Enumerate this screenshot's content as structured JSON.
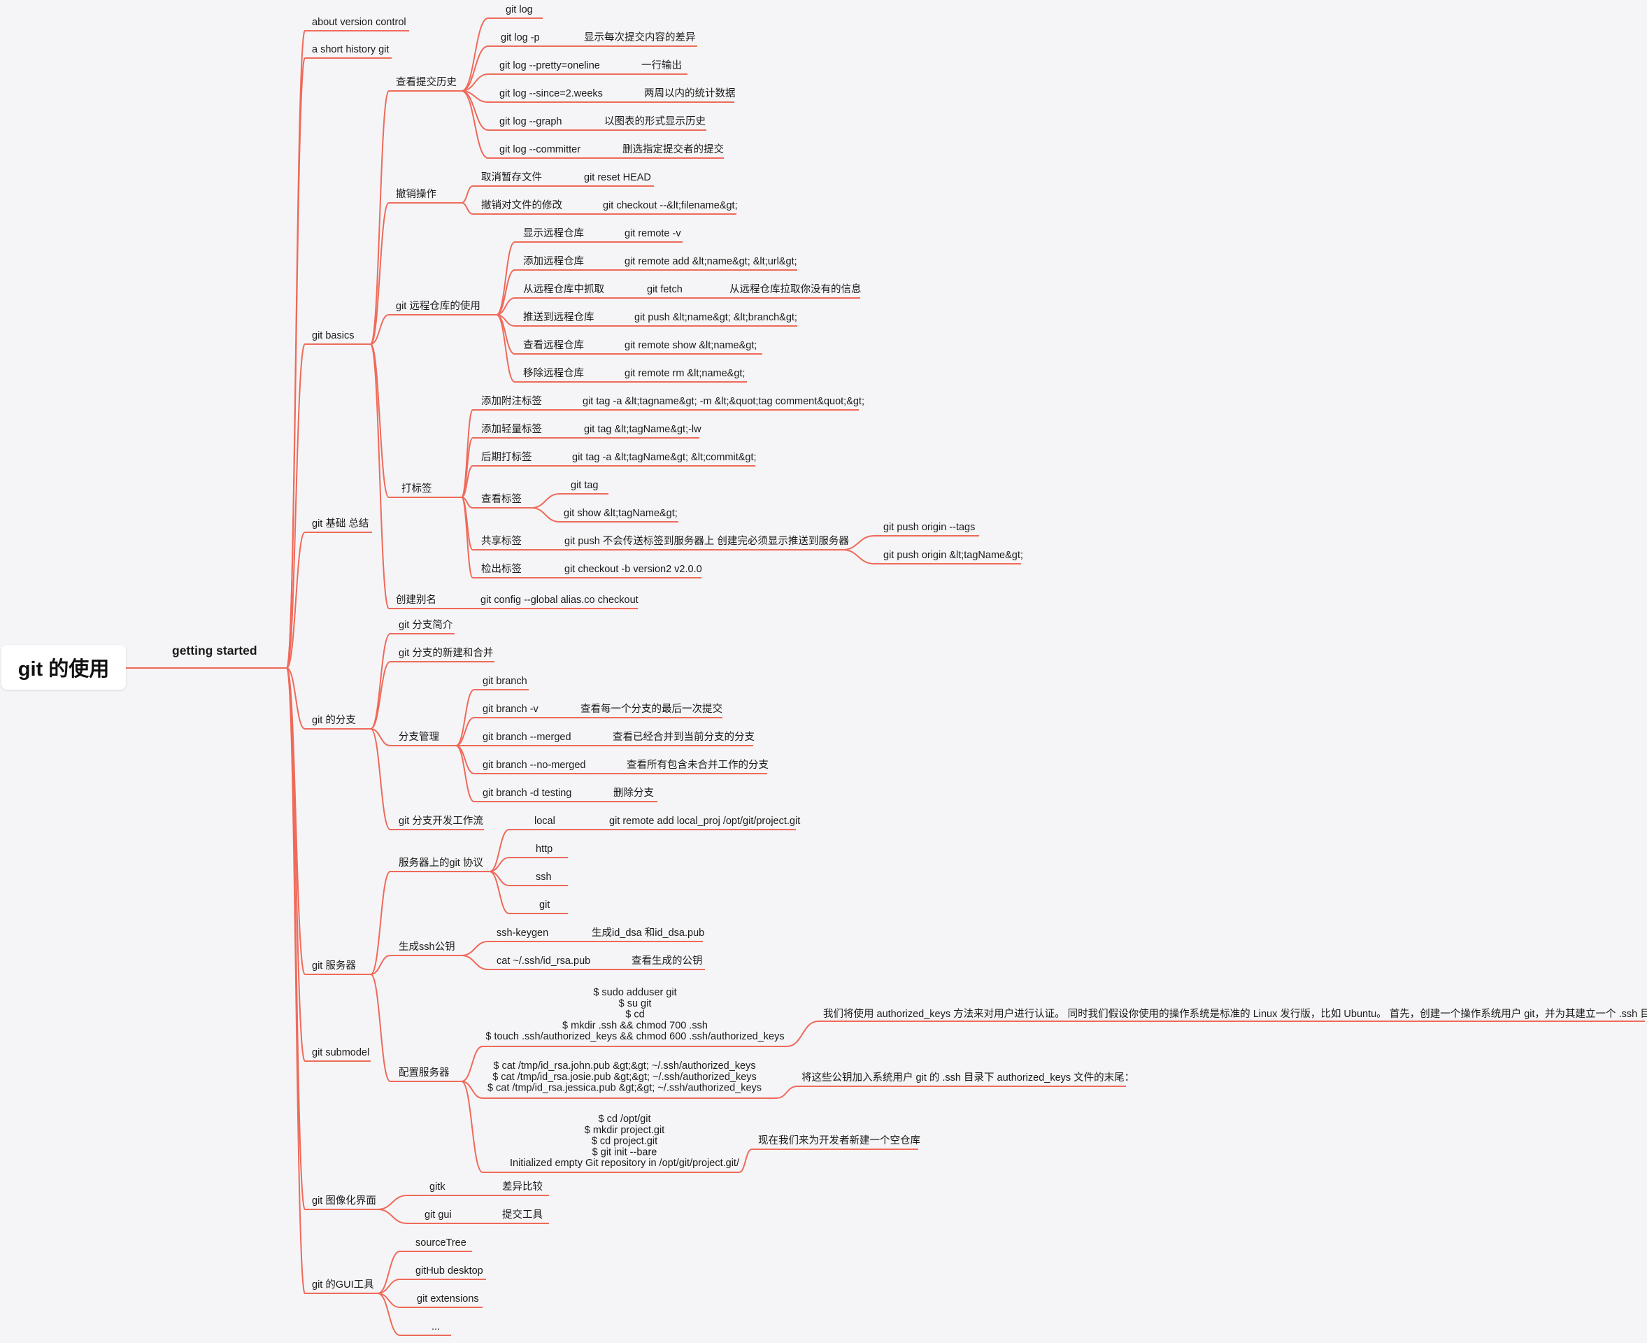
{
  "root": "git 的使用",
  "child": "getting started",
  "colors": {
    "line": "#ef6a5a",
    "background": "#f5f5f7",
    "text": "#1a1a1a"
  },
  "nodes": {
    "about_vc": "about version control",
    "short_history": "a short history git",
    "git_basics": "git basics",
    "view_history": "查看提交历史",
    "gitlog": "git log",
    "gitlog_p": "git log -p",
    "gitlog_p_d": "显示每次提交内容的差异",
    "gitlog_oneline": "git log --pretty=oneline",
    "gitlog_oneline_d": "一行输出",
    "gitlog_since": "git log --since=2.weeks",
    "gitlog_since_d": "两周以内的统计数据",
    "gitlog_graph": "git log --graph",
    "gitlog_graph_d": "以图表的形式显示历史",
    "gitlog_committer": "git log --committer",
    "gitlog_committer_d": "删选指定提交者的提交",
    "undo": "撤销操作",
    "unstage": "取消暂存文件",
    "unstage_d": "git reset HEAD",
    "revert_mod": "撤销对文件的修改",
    "revert_mod_d": "git checkout --&lt;filename&gt;",
    "remote_use": "git 远程仓库的使用",
    "remote_show_list": "显示远程仓库",
    "remote_show_list_d": "git remote -v",
    "remote_add": "添加远程仓库",
    "remote_add_d": "git remote add &lt;name&gt; &lt;url&gt;",
    "remote_fetch": "从远程仓库中抓取",
    "remote_fetch_d": "git fetch",
    "remote_fetch_d2": "从远程仓库拉取你没有的信息",
    "remote_push": "推送到远程仓库",
    "remote_push_d": "git push &lt;name&gt; &lt;branch&gt;",
    "remote_view": "查看远程仓库",
    "remote_view_d": "git remote show &lt;name&gt;",
    "remote_rm": "移除远程仓库",
    "remote_rm_d": "git remote rm &lt;name&gt;",
    "tagging": "打标签",
    "tag_annot": "添加附注标签",
    "tag_annot_d": "git tag -a &lt;tagname&gt; -m &lt;&quot;tag comment&quot;&gt;",
    "tag_light": "添加轻量标签",
    "tag_light_d": "git tag &lt;tagName&gt;-lw",
    "tag_later": "后期打标签",
    "tag_later_d": "git tag -a &lt;tagName&gt; &lt;commit&gt;",
    "tag_view": "查看标签",
    "tag_view_a": "git tag",
    "tag_view_b": "git show &lt;tagName&gt;",
    "tag_share": "共享标签",
    "tag_share_d": "git push 不会传送标签到服务器上 创建完必须显示推送到服务器",
    "tag_share_a": "git push origin --tags",
    "tag_share_b": "git push origin &lt;tagName&gt;",
    "tag_checkout": "检出标签",
    "tag_checkout_d": "git checkout -b version2 v2.0.0",
    "alias": "创建别名",
    "alias_d": "git config --global alias.co checkout",
    "git_summary": "git 基础 总结",
    "branch": "git 的分支",
    "branch_intro": "git 分支简介",
    "branch_new_merge": "git 分支的新建和合并",
    "branch_mgmt": "分支管理",
    "br_list": "git branch",
    "br_v": "git branch -v",
    "br_v_d": "查看每一个分支的最后一次提交",
    "br_merged": "git branch --merged",
    "br_merged_d": "查看已经合并到当前分支的分支",
    "br_nomerged": "git branch --no-merged",
    "br_nomerged_d": "查看所有包含未合并工作的分支",
    "br_del": "git branch -d testing",
    "br_del_d": "删除分支",
    "branch_flow": "git 分支开发工作流",
    "server": "git 服务器",
    "protocols": "服务器上的git 协议",
    "p_local": "local",
    "p_local_d": "git remote add local_proj /opt/git/project.git",
    "p_http": "http",
    "p_ssh": "ssh",
    "p_git": "git",
    "sshkey": "生成ssh公钥",
    "sshkeygen": "ssh-keygen",
    "sshkeygen_d": "生成id_dsa 和id_dsa.pub",
    "catpub": "cat ~/.ssh/id_rsa.pub",
    "catpub_d": "查看生成的公钥",
    "config_server": "配置服务器",
    "cfg1_lines": [
      "$ sudo adduser git",
      "$ su git",
      "$ cd",
      "$ mkdir .ssh && chmod 700 .ssh",
      "$ touch .ssh/authorized_keys && chmod 600 .ssh/authorized_keys"
    ],
    "cfg1_d": "我们将使用 authorized_keys 方法来对用户进行认证。 同时我们假设你使用的操作系统是标准的 Linux 发行版，比如 Ubuntu。 首先，创建一个操作系统用户 git，并为其建立一个 .ssh 目录。",
    "cfg2_lines": [
      "$ cat /tmp/id_rsa.john.pub &gt;&gt; ~/.ssh/authorized_keys",
      "$ cat /tmp/id_rsa.josie.pub &gt;&gt; ~/.ssh/authorized_keys",
      "$ cat /tmp/id_rsa.jessica.pub &gt;&gt; ~/.ssh/authorized_keys"
    ],
    "cfg2_d": "将这些公钥加入系统用户 git 的 .ssh 目录下 authorized_keys 文件的末尾：",
    "cfg3_lines": [
      "$ cd /opt/git",
      "$ mkdir project.git",
      "$ cd project.git",
      "$ git init --bare",
      "Initialized empty Git repository in /opt/git/project.git/"
    ],
    "cfg3_d": "现在我们来为开发者新建一个空仓库",
    "submodel": "git submodel",
    "gui_image": "git 图像化界面",
    "gitk": "gitk",
    "gitk_d": "差异比较",
    "gitgui": "git gui",
    "gitgui_d": "提交工具",
    "gui_tools": "git 的GUI工具",
    "sourcetree": "sourceTree",
    "ghdesktop": "gitHub desktop",
    "gitext": "git extensions",
    "ellipsis": "..."
  }
}
